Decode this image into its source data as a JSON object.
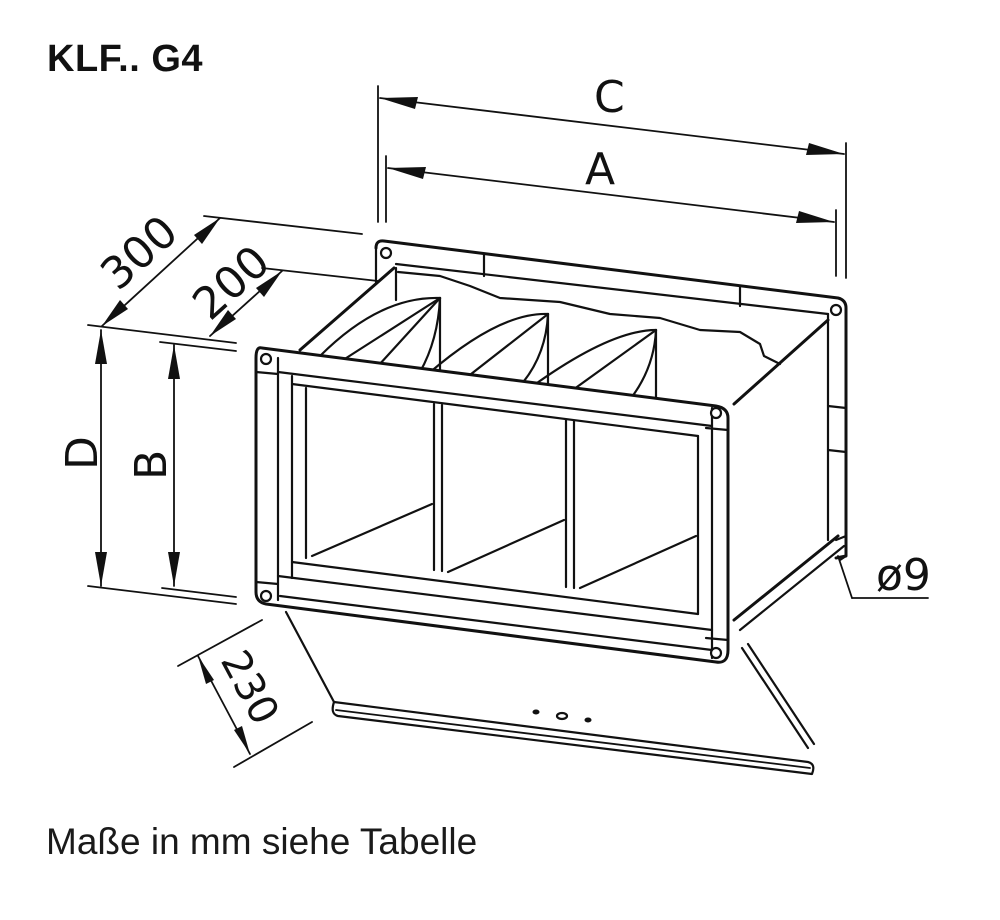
{
  "title": "KLF.. G4",
  "caption": "Maße in mm siehe Tabelle",
  "dimensions": {
    "C": "C",
    "A": "A",
    "D": "D",
    "B": "B",
    "depth_outer": "300",
    "depth_inner": "200",
    "bag_length": "230",
    "hole_diameter": "ø9"
  },
  "colors": {
    "line": "#111111",
    "background": "#ffffff"
  }
}
